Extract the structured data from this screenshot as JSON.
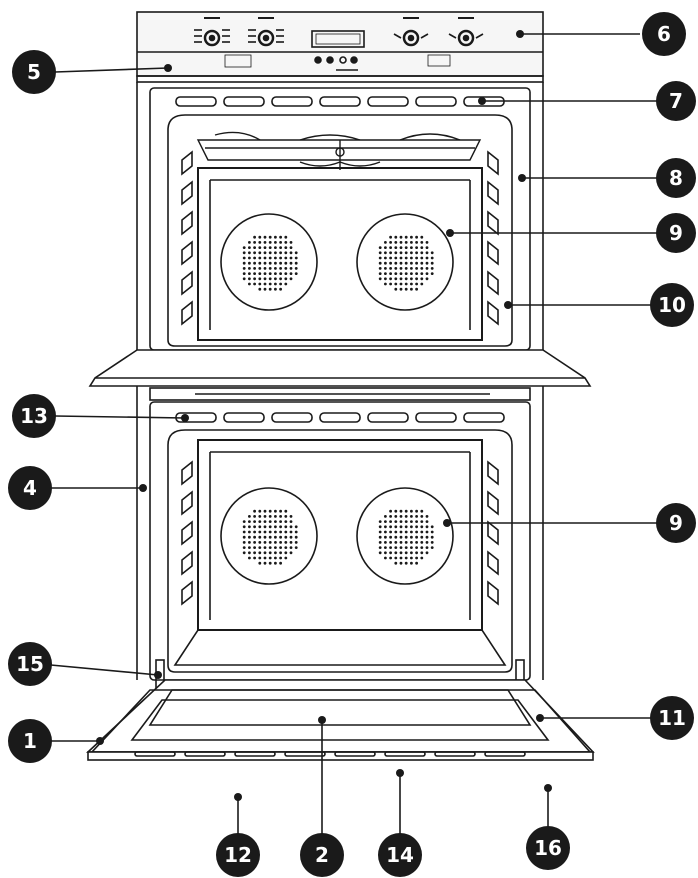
{
  "diagram": {
    "callouts": [
      {
        "id": "c1",
        "number": "1"
      },
      {
        "id": "c2",
        "number": "2"
      },
      {
        "id": "c4",
        "number": "4"
      },
      {
        "id": "c5",
        "number": "5"
      },
      {
        "id": "c6",
        "number": "6"
      },
      {
        "id": "c7",
        "number": "7"
      },
      {
        "id": "c8",
        "number": "8"
      },
      {
        "id": "c9a",
        "number": "9"
      },
      {
        "id": "c9b",
        "number": "9"
      },
      {
        "id": "c10",
        "number": "10"
      },
      {
        "id": "c11",
        "number": "11"
      },
      {
        "id": "c12",
        "number": "12"
      },
      {
        "id": "c13",
        "number": "13"
      },
      {
        "id": "c14",
        "number": "14"
      },
      {
        "id": "c15",
        "number": "15"
      },
      {
        "id": "c16",
        "number": "16"
      }
    ]
  },
  "colors": {
    "line": "#1a1a1a",
    "callout": "#1a1a1a",
    "callout_text": "#ffffff",
    "panel": "#f4f4f4"
  }
}
